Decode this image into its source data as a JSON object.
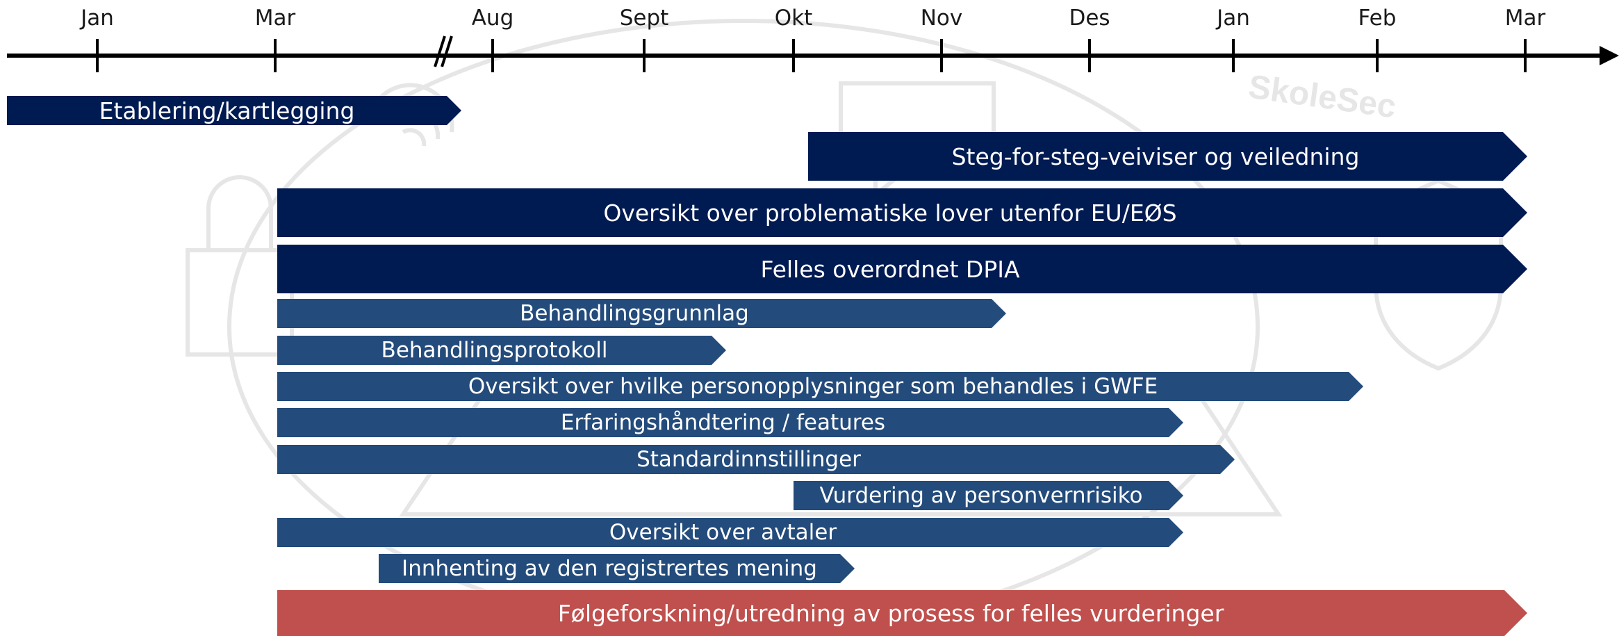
{
  "colors": {
    "dark_navy": "#001a52",
    "medium_blue": "#234b7b",
    "red": "#c0504d",
    "axis": "#000000",
    "watermark": "#e6e6e6"
  },
  "watermark": {
    "text": "SkoleSec"
  },
  "timeline": {
    "axis_break_icon": "axis-break-icon",
    "arrow_icon": "arrow-right-icon",
    "months": [
      "Jan",
      "Mar",
      "Aug",
      "Sept",
      "Okt",
      "Nov",
      "Des",
      "Jan",
      "Feb",
      "Mar"
    ]
  },
  "tasks": [
    {
      "label": "Etablering/kartlegging",
      "color": "dark_navy"
    },
    {
      "label": "Steg-for-steg-veiviser og veiledning",
      "color": "dark_navy"
    },
    {
      "label": "Oversikt over problematiske lover utenfor EU/EØS",
      "color": "dark_navy"
    },
    {
      "label": "Felles overordnet DPIA",
      "color": "dark_navy"
    },
    {
      "label": "Behandlingsgrunnlag",
      "color": "medium_blue"
    },
    {
      "label": "Behandlingsprotokoll",
      "color": "medium_blue"
    },
    {
      "label": "Oversikt over hvilke personopplysninger som behandles i GWFE",
      "color": "medium_blue"
    },
    {
      "label": "Erfaringshåndtering / features",
      "color": "medium_blue"
    },
    {
      "label": "Standardinnstillinger",
      "color": "medium_blue"
    },
    {
      "label": "Vurdering av personvernrisiko",
      "color": "medium_blue"
    },
    {
      "label": "Oversikt over avtaler",
      "color": "medium_blue"
    },
    {
      "label": "Innhenting av den registrertes mening",
      "color": "medium_blue"
    },
    {
      "label": "Følgeforskning/utredning av prosess for felles vurderinger",
      "color": "red"
    }
  ]
}
